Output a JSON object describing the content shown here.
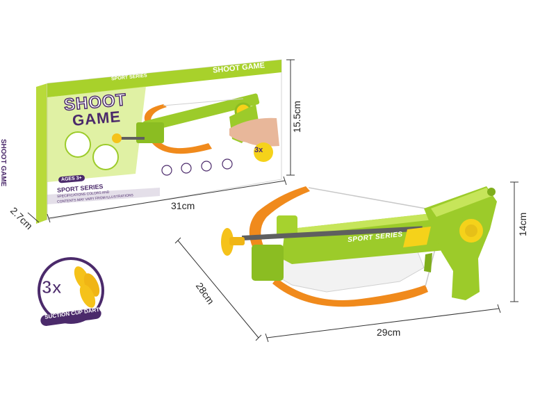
{
  "box": {
    "brand_title_line1": "SHOOT",
    "brand_title_line2": "GAME",
    "top_strip_left": "SPORT SERIES",
    "top_strip_right": "SHOOT GAME",
    "side_text": "SHOOT GAME",
    "age_badge": "AGES 3+",
    "series_title": "SPORT SERIES",
    "disclaimer_line1": "SPECIFICATIONS COLORS AND",
    "disclaimer_line2": "CONTENTS MAY VARY FROM ILLUSTRATIONS",
    "front_badge": "SPORT SERIES",
    "dart_badge": "3x"
  },
  "product": {
    "badge": "SPORT SERIES"
  },
  "darts_badge": {
    "count": "3x",
    "caption": "SUCTION CUP DARTS"
  },
  "dimensions": {
    "box_width": "31cm",
    "box_height": "15.5cm",
    "box_depth": "2.7cm",
    "product_length": "29cm",
    "product_height": "14cm",
    "product_depth": "28cm"
  },
  "colors": {
    "lime": "#9ccb2a",
    "lime_light": "#c6e55a",
    "orange": "#f08a1c",
    "yellow": "#f5d21a",
    "purple": "#4b2a6b",
    "grey": "#5f5f5f"
  }
}
